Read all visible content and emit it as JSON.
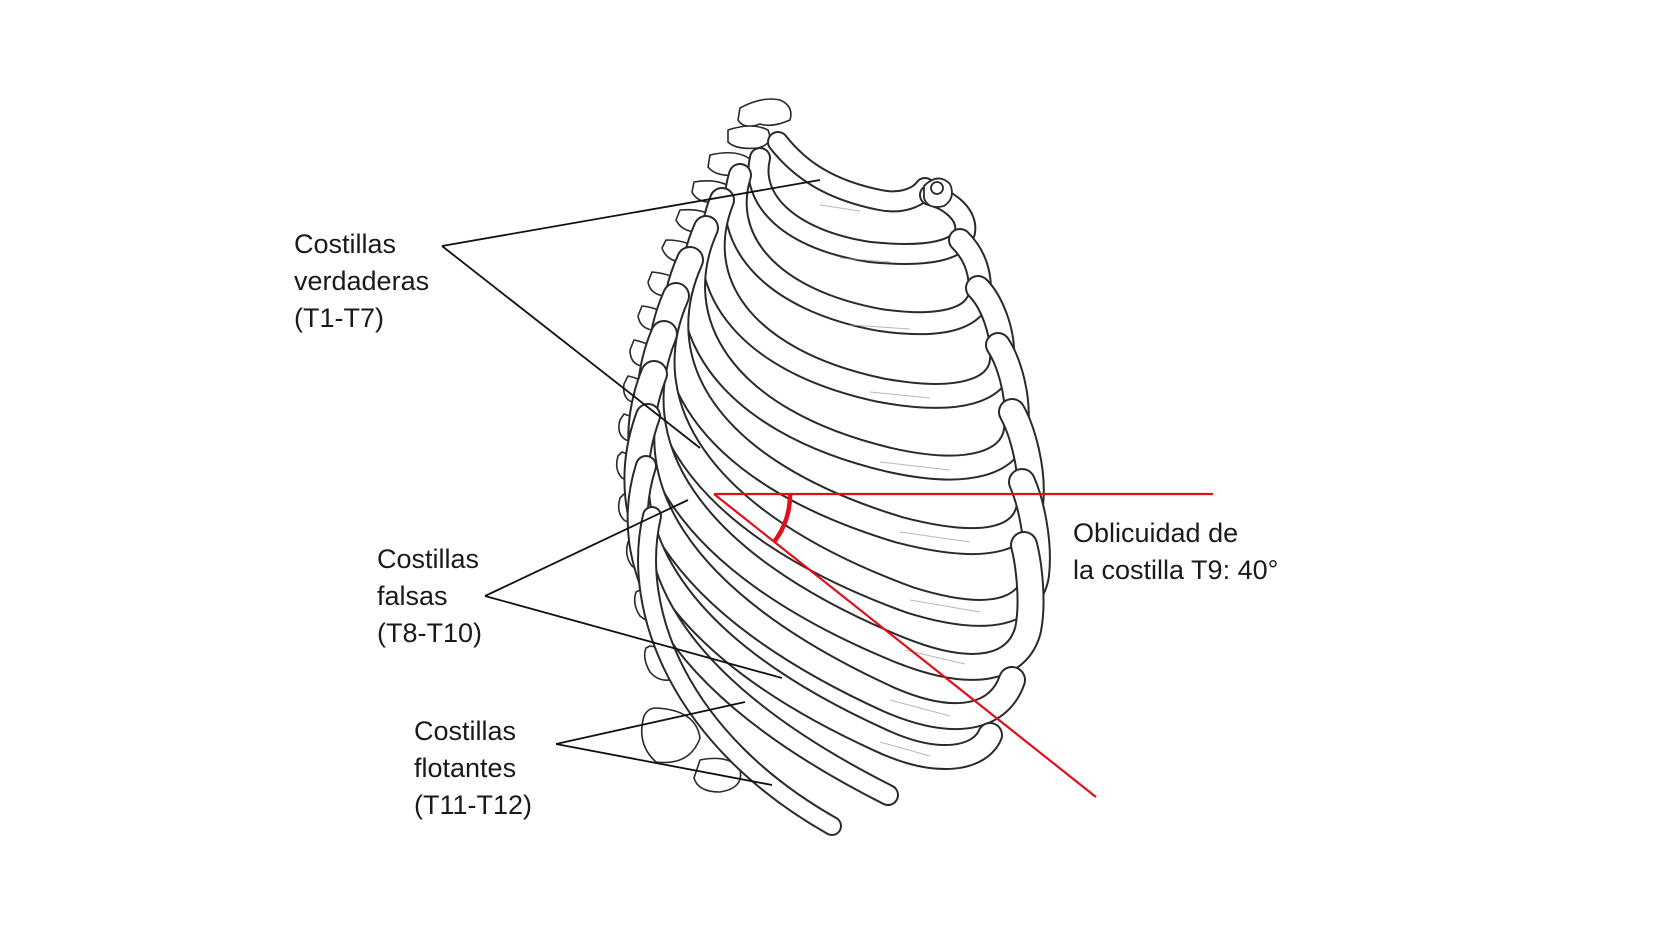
{
  "labels": {
    "true_ribs": {
      "line1": "Costillas",
      "line2": "verdaderas",
      "line3": "(T1-T7)"
    },
    "false_ribs": {
      "line1": "Costillas",
      "line2": "falsas",
      "line3": "(T8-T10)"
    },
    "floating_ribs": {
      "line1": "Costillas",
      "line2": "flotantes",
      "line3": "(T11-T12)"
    },
    "rib_angle": {
      "line1": "Oblicuidad de",
      "line2": "la costilla T9: 40°"
    }
  },
  "colors": {
    "text": "#1a1a1a",
    "leader": "#111111",
    "angle_marker": "#e0101a",
    "bone_outline": "#2a2a2a",
    "bone_fill": "#ffffff",
    "bone_shade": "#9a9a9a"
  },
  "angle_degrees": 40
}
